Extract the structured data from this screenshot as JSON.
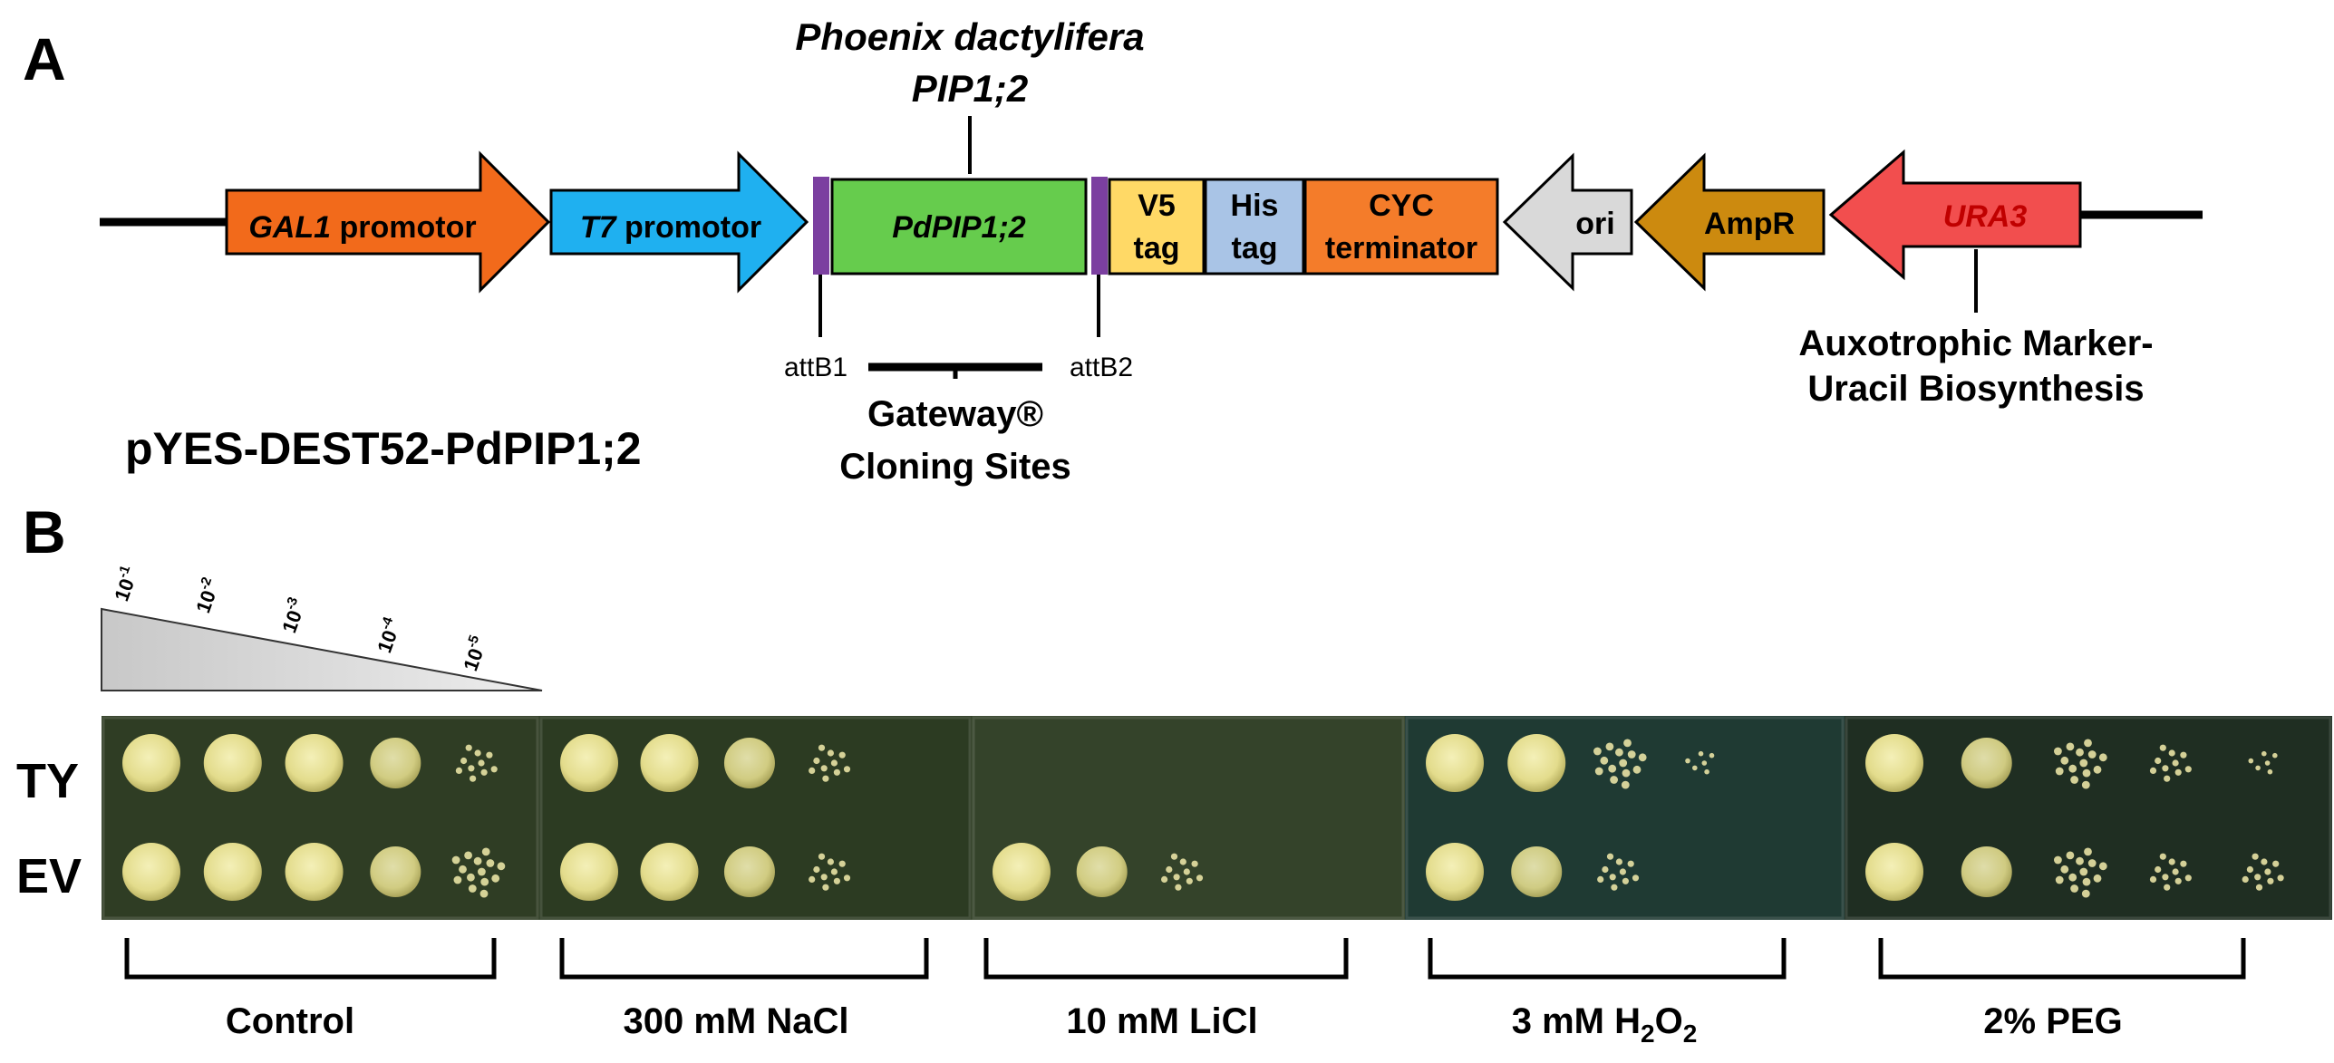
{
  "panel_a": {
    "label": "A",
    "gene_title_line1": "Phoenix dactylifera",
    "gene_title_line2": "PIP1;2",
    "vector_name": "pYES-DEST52-PdPIP1;2",
    "features": {
      "gal1_italic": "GAL1",
      "gal1_rest": " promotor",
      "t7_italic": "T7",
      "t7_rest": " promotor",
      "insert": "PdPIP1;2",
      "v5_line1": "V5",
      "v5_line2": "tag",
      "his_line1": "His",
      "his_line2": "tag",
      "cyc_line1": "CYC",
      "cyc_line2": "terminator",
      "ori": "ori",
      "ampr": "AmpR",
      "ura3": "URA3"
    },
    "att_left": "attB1",
    "att_right": "attB2",
    "gateway_line1": "Gateway®",
    "gateway_line2": "Cloning Sites",
    "marker_line1": "Auxotrophic Marker-",
    "marker_line2": "Uracil Biosynthesis",
    "colors": {
      "gal1": "#f26a1b",
      "t7": "#1fb0f0",
      "attB": "#7b3fa0",
      "insert": "#66cc4d",
      "v5": "#ffd966",
      "his": "#a9c4e6",
      "cyc": "#f47c2a",
      "ori": "#d9d9d9",
      "ampr": "#cc8a0f",
      "ura3": "#f24e4e",
      "ura3_text": "#c00000"
    }
  },
  "panel_b": {
    "label": "B",
    "dilutions": [
      {
        "base": "10",
        "exp": "-1"
      },
      {
        "base": "10",
        "exp": "-2"
      },
      {
        "base": "10",
        "exp": "-3"
      },
      {
        "base": "10",
        "exp": "-4"
      },
      {
        "base": "10",
        "exp": "-5"
      }
    ],
    "rows": [
      "TY",
      "EV"
    ],
    "conditions": [
      {
        "label": "Control",
        "sub": "",
        "suffix": "",
        "bg": "#2f3d24",
        "growth": {
          "TY": [
            5,
            5,
            5,
            4,
            2
          ],
          "EV": [
            5,
            5,
            5,
            4,
            3
          ]
        }
      },
      {
        "label": "300 mM NaCl",
        "sub": "",
        "suffix": "",
        "bg": "#2c3b22",
        "growth": {
          "TY": [
            5,
            5,
            4,
            2,
            0
          ],
          "EV": [
            5,
            5,
            4,
            2,
            0
          ]
        }
      },
      {
        "label": "10 mM LiCl",
        "sub": "",
        "suffix": "",
        "bg": "#34432a",
        "growth": {
          "TY": [
            0,
            0,
            0,
            0,
            0
          ],
          "EV": [
            5,
            4,
            2,
            0,
            0
          ]
        }
      },
      {
        "label": "3 mM H",
        "sub": "2",
        "suffix": "O",
        "sub2": "2",
        "bg": "#1f3a33",
        "growth": {
          "TY": [
            5,
            5,
            3,
            1,
            0
          ],
          "EV": [
            5,
            4,
            2,
            0,
            0
          ]
        }
      },
      {
        "label": "2% PEG",
        "sub": "",
        "suffix": "",
        "bg": "#1f2e22",
        "growth": {
          "TY": [
            5,
            4,
            3,
            2,
            1
          ],
          "EV": [
            5,
            4,
            3,
            2,
            2
          ]
        }
      }
    ]
  }
}
